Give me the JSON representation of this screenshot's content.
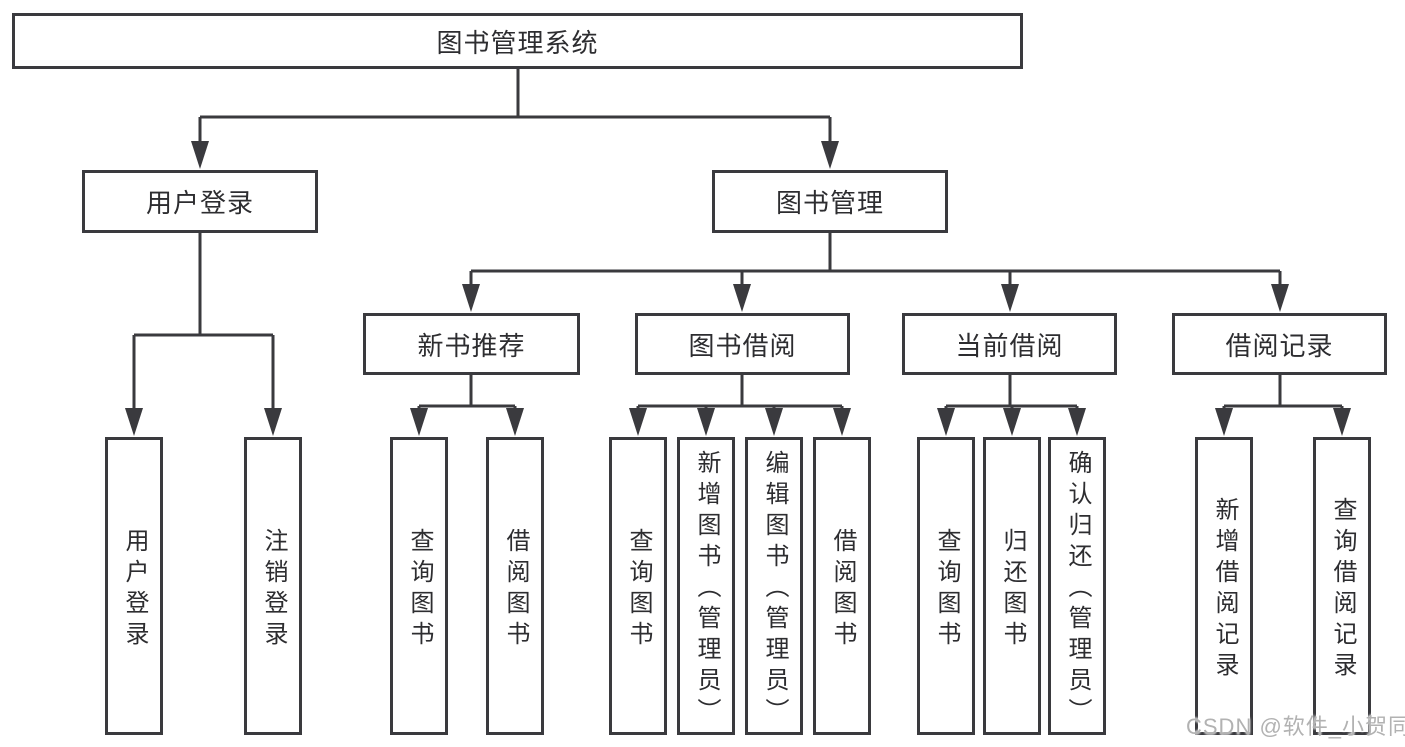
{
  "tree": {
    "label": "图书管理系统",
    "children": [
      {
        "label": "用户登录",
        "children": [
          {
            "label": "用户登录"
          },
          {
            "label": "注销登录"
          }
        ]
      },
      {
        "label": "图书管理",
        "children": [
          {
            "label": "新书推荐",
            "children": [
              {
                "label": "查询图书"
              },
              {
                "label": "借阅图书"
              }
            ]
          },
          {
            "label": "图书借阅",
            "children": [
              {
                "label": "查询图书"
              },
              {
                "label": "新增图书（管理员）"
              },
              {
                "label": "编辑图书（管理员）"
              },
              {
                "label": "借阅图书"
              }
            ]
          },
          {
            "label": "当前借阅",
            "children": [
              {
                "label": "查询图书"
              },
              {
                "label": "归还图书"
              },
              {
                "label": "确认归还（管理员）"
              }
            ]
          },
          {
            "label": "借阅记录",
            "children": [
              {
                "label": "新增借阅记录"
              },
              {
                "label": "查询借阅记录"
              }
            ]
          }
        ]
      }
    ]
  },
  "watermark": "CSDN @软件_小贺同学",
  "colors": {
    "line": "#3a3a3e",
    "text": "#2d2d30",
    "background": "#ffffff",
    "watermark": "#b2b2b2"
  }
}
